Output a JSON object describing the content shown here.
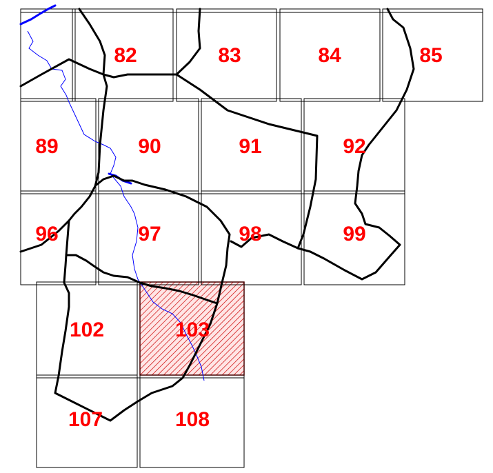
{
  "map": {
    "colors": {
      "label": "#ff0000",
      "grid": "#000000",
      "boundary": "#000000",
      "river": "#0000ff",
      "highlight": "#cc0000"
    },
    "highlighted_tile": "103",
    "tiles": [
      {
        "id": "82",
        "label": "82"
      },
      {
        "id": "83",
        "label": "83"
      },
      {
        "id": "84",
        "label": "84"
      },
      {
        "id": "85",
        "label": "85"
      },
      {
        "id": "89",
        "label": "89"
      },
      {
        "id": "90",
        "label": "90"
      },
      {
        "id": "91",
        "label": "91"
      },
      {
        "id": "92",
        "label": "92"
      },
      {
        "id": "96",
        "label": "96"
      },
      {
        "id": "97",
        "label": "97"
      },
      {
        "id": "98",
        "label": "98"
      },
      {
        "id": "99",
        "label": "99"
      },
      {
        "id": "102",
        "label": "102"
      },
      {
        "id": "103",
        "label": "103"
      },
      {
        "id": "107",
        "label": "107"
      },
      {
        "id": "108",
        "label": "108"
      }
    ]
  }
}
